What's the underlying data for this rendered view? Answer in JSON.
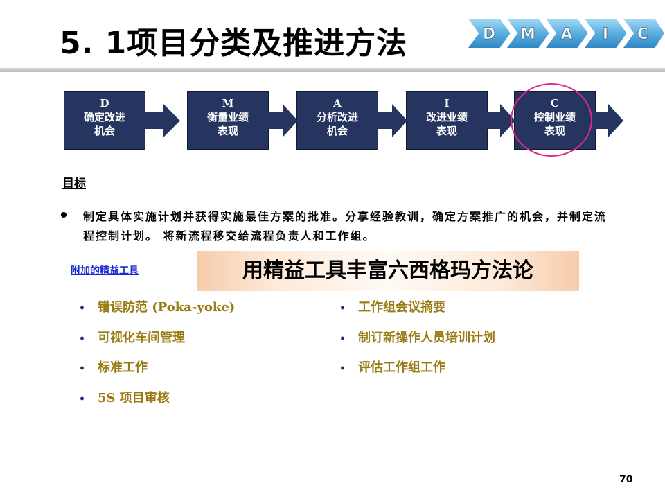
{
  "title": "5. 1项目分类及推进方法",
  "dmaic": [
    "D",
    "M",
    "A",
    "I",
    "C"
  ],
  "phases": [
    {
      "letter": "D",
      "line1": "确定改进",
      "line2": "机会"
    },
    {
      "letter": "M",
      "line1": "衡量业绩",
      "line2": "表现"
    },
    {
      "letter": "A",
      "line1": "分析改进",
      "line2": "机会"
    },
    {
      "letter": "I",
      "line1": "改进业绩",
      "line2": "表现"
    },
    {
      "letter": "C",
      "line1": "控制业绩",
      "line2": "表现"
    }
  ],
  "goal_heading": "目标",
  "goal_text": "制定具体实施计划并获得实施最佳方案的批准。分享经验教训，确定方案推广的机会，并制定流程控制计划。 将新流程移交给流程负责人和工作组。",
  "tools_heading": "附加的精益工具",
  "banner": "用精益工具丰富六西格玛方法论",
  "tools_left": [
    "错误防范 (Poka-yoke)",
    "可视化车间管理",
    "标准工作",
    "5S 项目审核"
  ],
  "tools_right": [
    "工作组会议摘要",
    "制订新操作人员培训计划",
    "评估工作组工作"
  ],
  "bullet_symbol": "•",
  "page_number": "70",
  "colors": {
    "phase_box": "#25355f",
    "highlight": "#e0288a",
    "tool_text": "#9a7a12",
    "tools_heading": "#1a2bd0",
    "dmaic_chevron": "#5aaee0"
  }
}
